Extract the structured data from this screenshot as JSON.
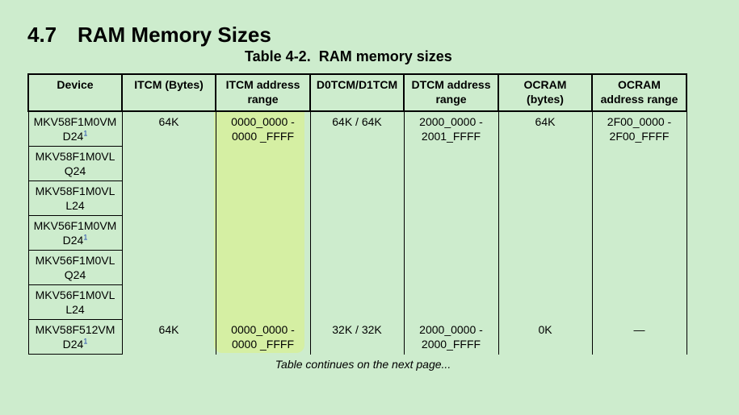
{
  "section": {
    "number": "4.7",
    "title": "RAM Memory Sizes"
  },
  "table": {
    "caption_label": "Table 4-2.",
    "caption_title": "RAM memory sizes",
    "headers": {
      "device": "Device",
      "itcm_bytes": "ITCM (Bytes)",
      "itcm_range_1": "ITCM address",
      "itcm_range_2": "range",
      "dtcm_sizes": "D0TCM/D1TCM",
      "dtcm_range_1": "DTCM address",
      "dtcm_range_2": "range",
      "ocram_1": "OCRAM",
      "ocram_2": "(bytes)",
      "ocram_range_1": "OCRAM",
      "ocram_range_2": "address range"
    },
    "group1": {
      "devices": [
        {
          "line1": "MKV58F1M0VM",
          "line2": "D24",
          "footnote": "1"
        },
        {
          "line1": "MKV58F1M0VL",
          "line2": "Q24",
          "footnote": ""
        },
        {
          "line1": "MKV58F1M0VL",
          "line2": "L24",
          "footnote": ""
        },
        {
          "line1": "MKV56F1M0VM",
          "line2": "D24",
          "footnote": "1"
        },
        {
          "line1": "MKV56F1M0VL",
          "line2": "Q24",
          "footnote": ""
        },
        {
          "line1": "MKV56F1M0VL",
          "line2": "L24",
          "footnote": ""
        }
      ],
      "itcm_bytes": "64K",
      "itcm_range_1": "0000_0000 -",
      "itcm_range_2": "0000 _FFFF",
      "dtcm_sizes": "64K / 64K",
      "dtcm_range_1": "2000_0000 -",
      "dtcm_range_2": "2001_FFFF",
      "ocram": "64K",
      "ocram_range_1": "2F00_0000 -",
      "ocram_range_2": "2F00_FFFF"
    },
    "group2": {
      "device": {
        "line1": "MKV58F512VM",
        "line2": "D24",
        "footnote": "1"
      },
      "itcm_bytes": "64K",
      "itcm_range_1": "0000_0000 -",
      "itcm_range_2": "0000 _FFFF",
      "dtcm_sizes": "32K / 32K",
      "dtcm_range_1": "2000_0000 -",
      "dtcm_range_2": "2000_FFFF",
      "ocram": "0K",
      "ocram_range": "—"
    },
    "continues": "Table continues on the next page..."
  },
  "colors": {
    "background": "#cdeccd",
    "highlight": "#d5efa3",
    "footnote": "#1a3fb0"
  }
}
